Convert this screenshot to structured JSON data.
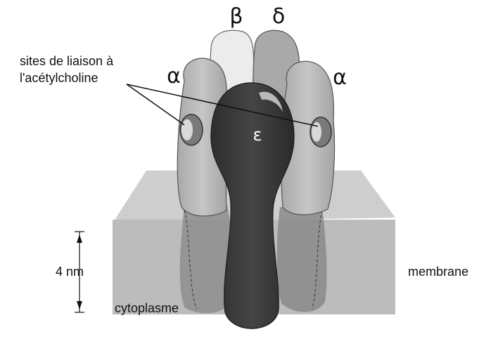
{
  "labels": {
    "beta": "β",
    "delta": "δ",
    "alpha_left": "α",
    "alpha_right": "α",
    "epsilon": "ε",
    "sites_line1": "sites de liaison à",
    "sites_line2": "l'acétylcholine",
    "thickness": "4 nm",
    "membrane": "membrane",
    "cytoplasm": "cytoplasme"
  },
  "colors": {
    "membrane_top": "#d0d0d0",
    "membrane_front": "#bdbdbd",
    "alpha_subunit": "#bcbcbc",
    "beta_subunit": "#ececec",
    "delta_subunit": "#a9a9a9",
    "epsilon_subunit": "#3c3c3c",
    "binding_site": "#7a7a7a",
    "text": "#111111"
  }
}
